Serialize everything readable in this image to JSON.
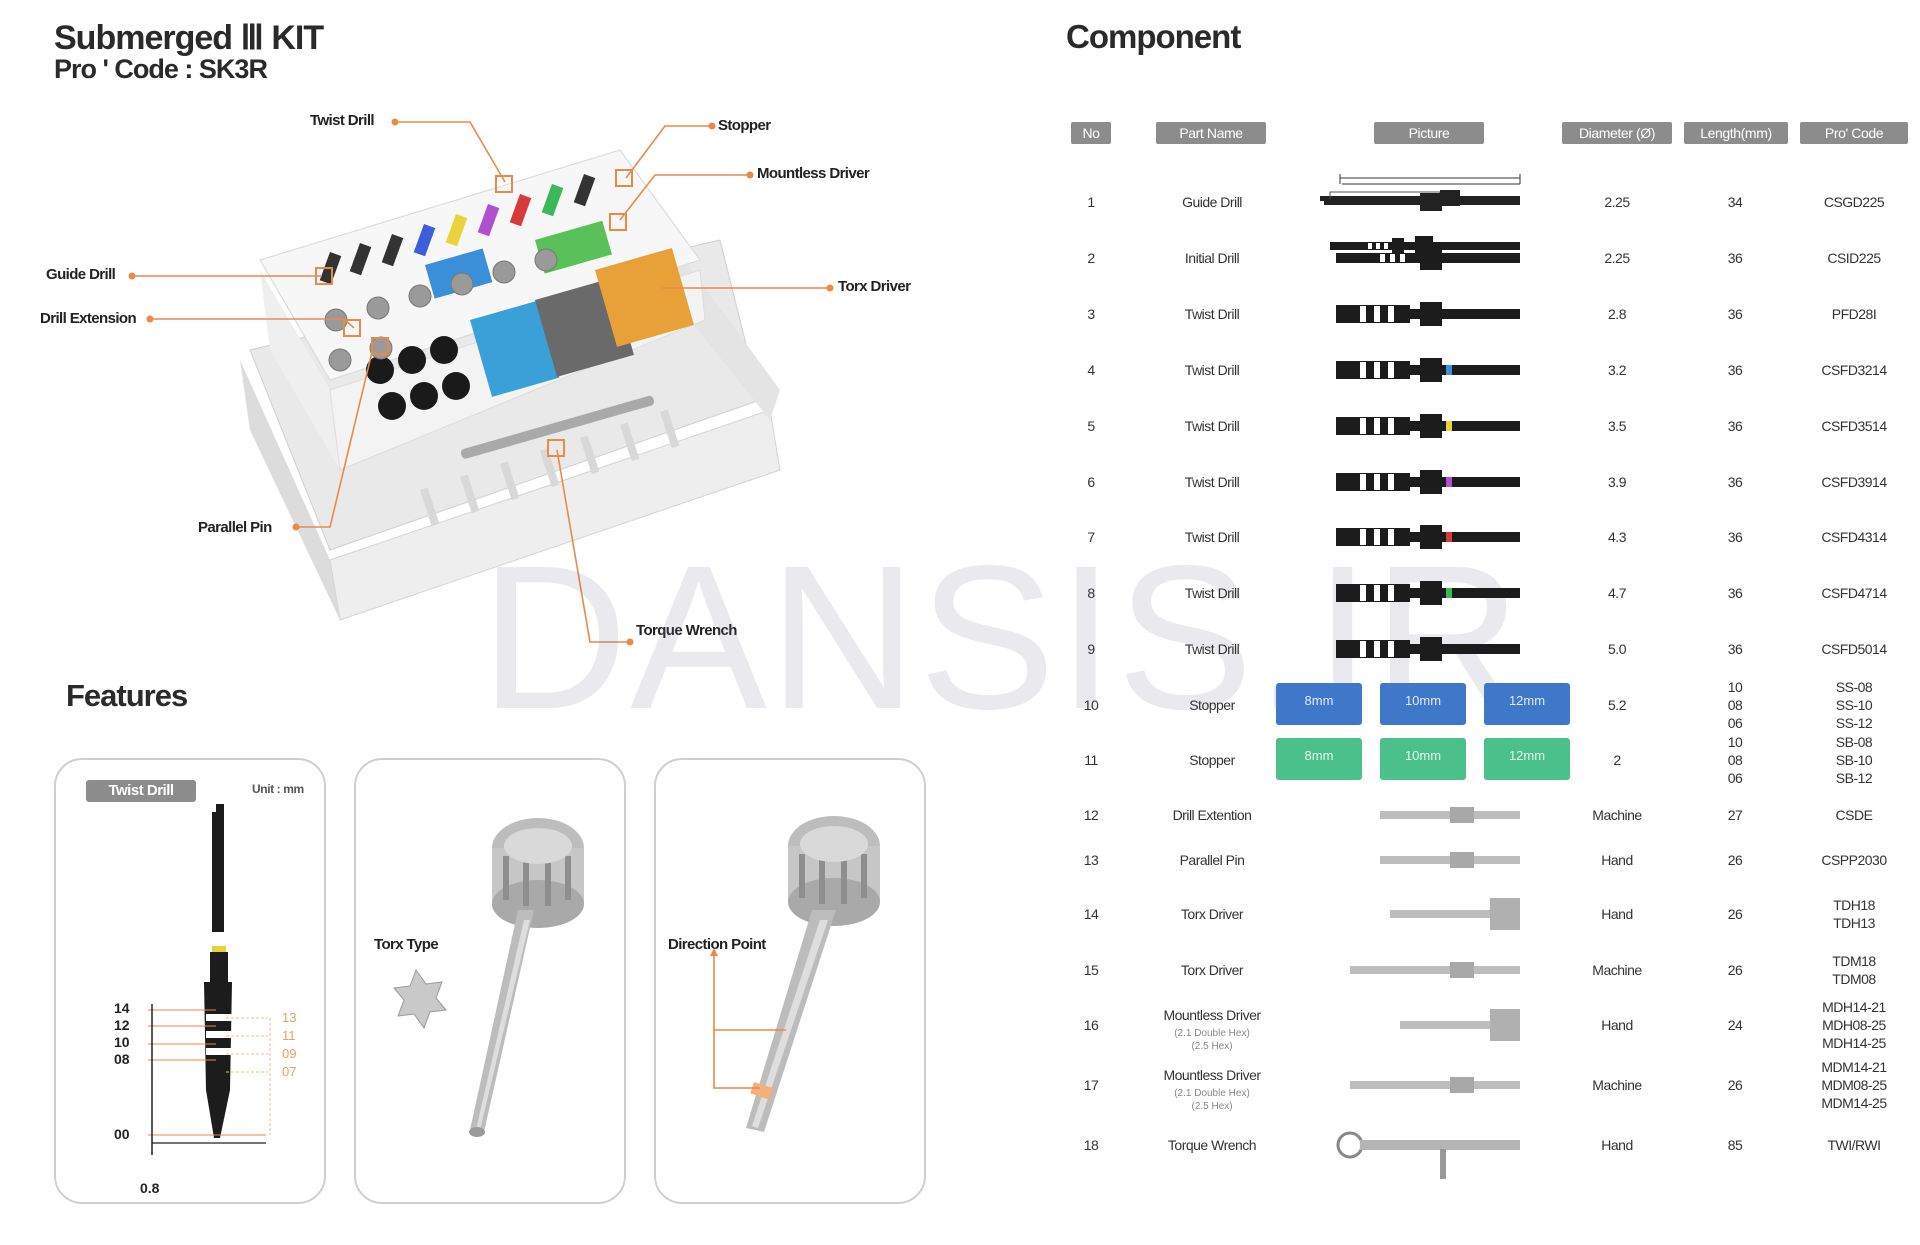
{
  "kit": {
    "title": "Submerged Ⅲ KIT",
    "code": "Pro ' Code : SK3R"
  },
  "callouts": {
    "twist_drill": "Twist Drill",
    "stopper": "Stopper",
    "mountless_driver": "Mountless Driver",
    "guide_drill": "Guide Drill",
    "drill_extension": "Drill Extension",
    "torx_driver": "Torx Driver",
    "parallel_pin": "Parallel Pin",
    "torque_wrench": "Torque Wrench"
  },
  "features": {
    "title": "Features",
    "twist_card": {
      "tag": "Twist Drill",
      "unit": "Unit : mm",
      "left_marks": [
        "14",
        "12",
        "10",
        "08",
        "00"
      ],
      "right_marks": [
        "13",
        "11",
        "09",
        "07"
      ],
      "bottom_mark": "0.8"
    },
    "torx_card": {
      "label": "Torx Type"
    },
    "direction_card": {
      "label": "Direction Point"
    }
  },
  "watermark": "DANSIS.IR",
  "component": {
    "title": "Component",
    "headers": [
      "No",
      "Part Name",
      "Picture",
      "Diameter (Ø)",
      "Length(mm)",
      "Pro' Code"
    ],
    "rows": [
      {
        "no": "1",
        "name": "Guide Drill",
        "diameter": "2.25",
        "length": "34",
        "code": "CSGD225",
        "band": ""
      },
      {
        "no": "2",
        "name": "Initial Drill",
        "diameter": "2.25",
        "length": "36",
        "code": "CSID225",
        "band": ""
      },
      {
        "no": "3",
        "name": "Twist Drill",
        "diameter": "2.8",
        "length": "36",
        "code": "PFD28I",
        "band": ""
      },
      {
        "no": "4",
        "name": "Twist Drill",
        "diameter": "3.2",
        "length": "36",
        "code": "CSFD3214",
        "band": "#3a8fd8"
      },
      {
        "no": "5",
        "name": "Twist Drill",
        "diameter": "3.5",
        "length": "36",
        "code": "CSFD3514",
        "band": "#e8d43a"
      },
      {
        "no": "6",
        "name": "Twist Drill",
        "diameter": "3.9",
        "length": "36",
        "code": "CSFD3914",
        "band": "#b04fd0"
      },
      {
        "no": "7",
        "name": "Twist Drill",
        "diameter": "4.3",
        "length": "36",
        "code": "CSFD4314",
        "band": "#d83a3a"
      },
      {
        "no": "8",
        "name": "Twist Drill",
        "diameter": "4.7",
        "length": "36",
        "code": "CSFD4714",
        "band": "#3ab85a"
      },
      {
        "no": "9",
        "name": "Twist Drill",
        "diameter": "5.0",
        "length": "36",
        "code": "CSFD5014",
        "band": ""
      },
      {
        "no": "10",
        "name": "Stopper",
        "diameter": "5.2",
        "length": "10\n08\n06",
        "code": "SS-08\nSS-10\nSS-12"
      },
      {
        "no": "11",
        "name": "Stopper",
        "diameter": "2",
        "length": "10\n08\n06",
        "code": "SB-08\nSB-10\nSB-12"
      },
      {
        "no": "12",
        "name": "Drill Extention",
        "diameter": "Machine",
        "length": "27",
        "code": "CSDE"
      },
      {
        "no": "13",
        "name": "Parallel Pin",
        "diameter": "Hand",
        "length": "26",
        "code": "CSPP2030"
      },
      {
        "no": "14",
        "name": "Torx Driver",
        "diameter": "Hand",
        "length": "26",
        "code": "TDH18\nTDH13"
      },
      {
        "no": "15",
        "name": "Torx Driver",
        "diameter": "Machine",
        "length": "26",
        "code": "TDM18\nTDM08"
      },
      {
        "no": "16",
        "name": "Mountless Driver",
        "note": "(2.1 Double Hex)\n(2.5 Hex)",
        "diameter": "Hand",
        "length": "24",
        "code": "MDH14-21\nMDH08-25\nMDH14-25"
      },
      {
        "no": "17",
        "name": "Mountless Driver",
        "note": "(2.1 Double Hex)\n(2.5 Hex)",
        "diameter": "Machine",
        "length": "26",
        "code": "MDM14-21\nMDM08-25\nMDM14-25"
      },
      {
        "no": "18",
        "name": "Torque Wrench",
        "diameter": "Hand",
        "length": "85",
        "code": "TWI/RWI"
      }
    ],
    "stoppers_blue": [
      "8mm",
      "10mm",
      "12mm"
    ],
    "stoppers_green": [
      "8mm",
      "10mm",
      "12mm"
    ],
    "colors": {
      "stopper_blue": "#3f78c8",
      "stopper_green": "#4cc08a",
      "header_gray": "#8c8c8c",
      "accent_orange": "#e98a4a"
    }
  }
}
